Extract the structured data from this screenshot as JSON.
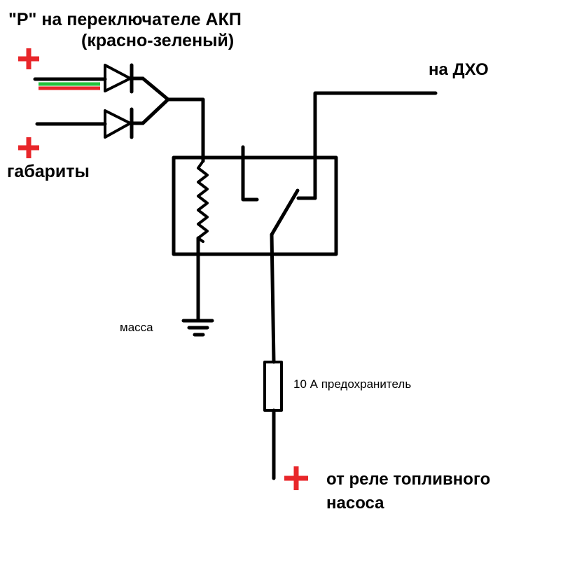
{
  "labels": {
    "title_line1": "\"P\" на переключателе АКП",
    "title_line2": "(красно-зеленый)",
    "drl": "на ДХО",
    "parking_lights": "габариты",
    "ground": "масса",
    "fuse": "10 А предохранитель",
    "source_line1": "от реле топливного",
    "source_line2": "насоса"
  },
  "colors": {
    "plus_sign": "#e8262a",
    "wire_green": "#22c23a",
    "wire_red": "#e8262a",
    "line": "#000000"
  },
  "icons": {
    "diode": "diode-symbol",
    "coil": "relay-coil-zigzag",
    "ground": "ground-symbol",
    "fuse": "fuse-symbol",
    "plus": "plus-sign"
  }
}
